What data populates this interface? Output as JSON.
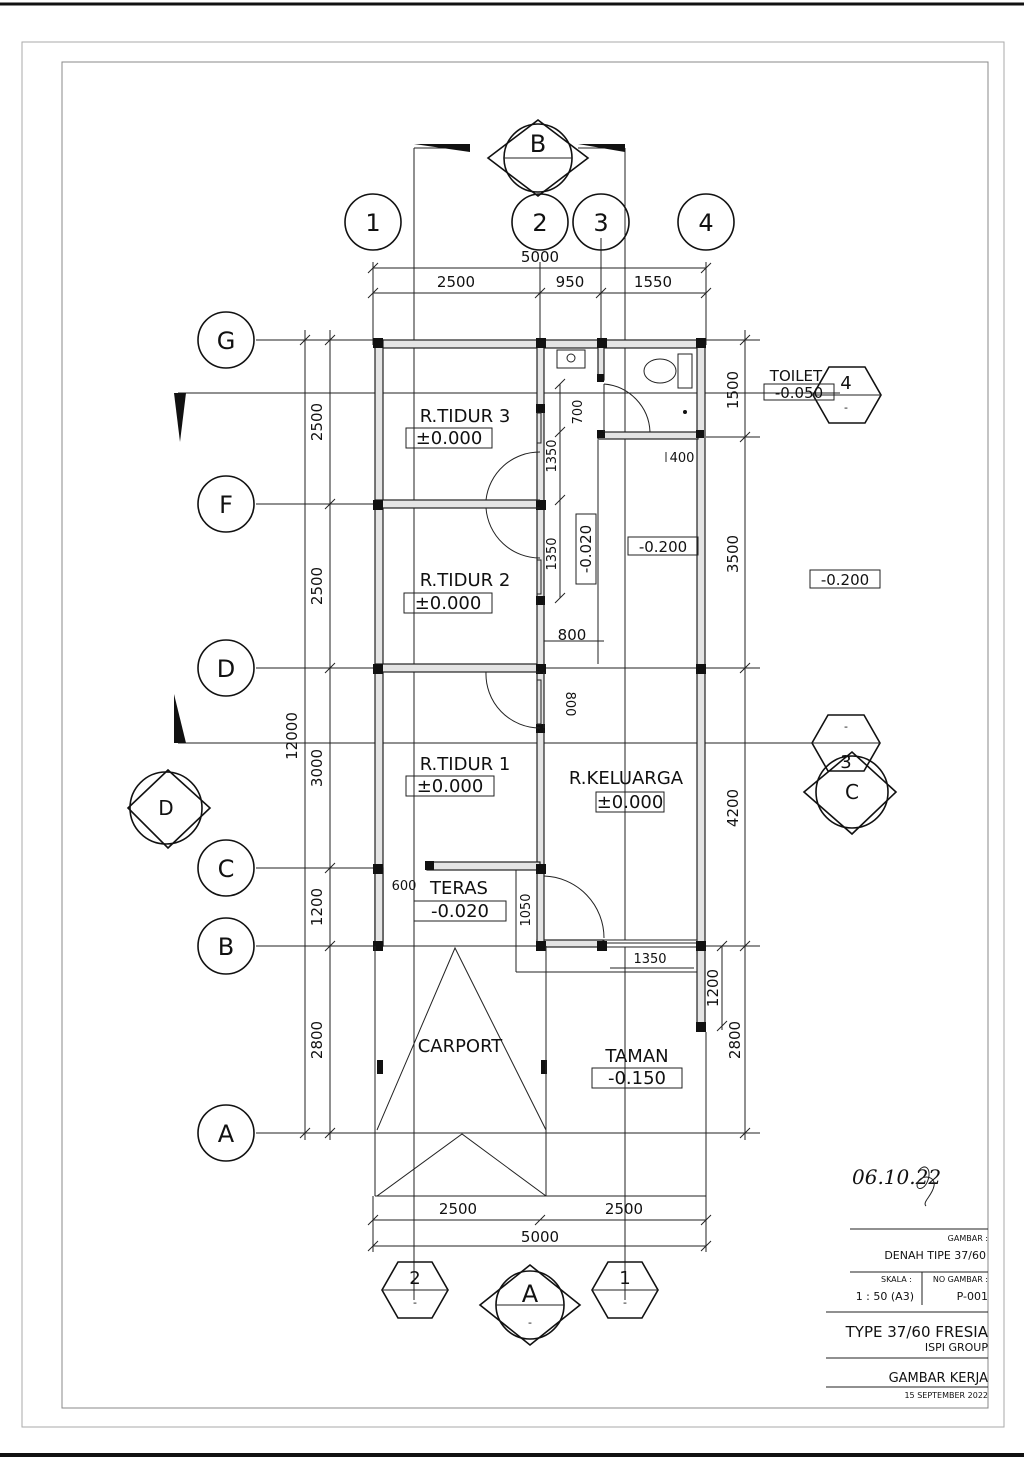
{
  "grid": {
    "col_1": "1",
    "col_2": "2",
    "col_3": "3",
    "col_4": "4",
    "row_g": "G",
    "row_f": "F",
    "row_d": "D",
    "row_c": "C",
    "row_b": "B",
    "row_a": "A"
  },
  "sections": {
    "b_top": "B",
    "a_bottom": "A",
    "c_right": "C",
    "d_left": "D",
    "mark_2": "2",
    "mark_1": "1",
    "mark_3": "3",
    "mark_4": "4",
    "dash": "-"
  },
  "dims_top": {
    "total": "5000",
    "d1": "2500",
    "d2": "950",
    "d3": "1550"
  },
  "dims_left": {
    "total": "12000",
    "g_f": "2500",
    "f_d": "2500",
    "d_c": "3000",
    "c_b": "1200",
    "b_a": "2800"
  },
  "dims_right": {
    "toilet": "1500",
    "mid": "3500",
    "keluarga": "4200",
    "garden_a": "1200",
    "garden_b": "2800"
  },
  "dims_bottom": {
    "left": "2500",
    "right": "2500",
    "total": "5000"
  },
  "dims_inner": {
    "w700": "700",
    "w1350a": "1350",
    "w1350b": "1350",
    "w400": "400",
    "w800h": "800",
    "w800v": "800",
    "w600": "600",
    "w1050": "1050",
    "w1350c": "1350"
  },
  "rooms": {
    "tidur3": "R.TIDUR 3",
    "tidur3_lvl": "±0.000",
    "tidur2": "R.TIDUR 2",
    "tidur2_lvl": "±0.000",
    "tidur1": "R.TIDUR 1",
    "tidur1_lvl": "±0.000",
    "keluarga": "R.KELUARGA",
    "keluarga_lvl": "±0.000",
    "teras": "TERAS",
    "teras_lvl": "-0.020",
    "carport": "CARPORT",
    "taman": "TAMAN",
    "taman_lvl": "-0.150",
    "toilet": "TOILET",
    "toilet_lvl": "-0.050",
    "corridor_lvl": "-0.020",
    "back_lvl": "-0.200",
    "side_lvl": "-0.200"
  },
  "signature": {
    "date": "06.10.22"
  },
  "title_block": {
    "gambar_label": "GAMBAR :",
    "gambar_value": "DENAH TIPE 37/60",
    "skala_label": "SKALA :",
    "skala_value": "1 : 50 (A3)",
    "no_label": "NO GAMBAR :",
    "no_value": "P-001",
    "project": "TYPE 37/60 FRESIA",
    "company": "ISPI GROUP",
    "stage": "GAMBAR KERJA",
    "date": "15 SEPTEMBER 2022"
  }
}
